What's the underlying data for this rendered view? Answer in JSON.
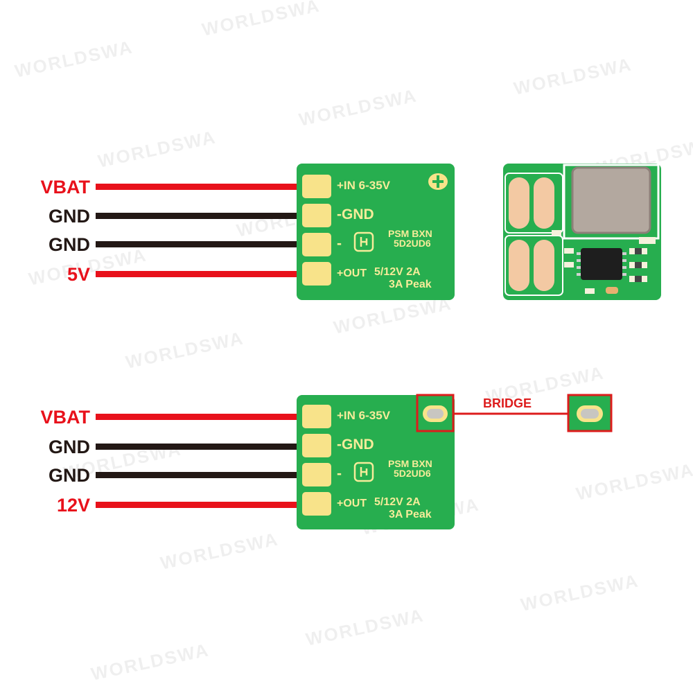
{
  "watermark": "WORLDSWA",
  "colors": {
    "positive": "#e8111b",
    "negative": "#231815",
    "board": "#27ae4f",
    "pad": "#f8e38a",
    "silk": "#f6ec9a",
    "highlight": "#dd1c1c"
  },
  "top_module": {
    "wires": [
      {
        "label": "VBAT",
        "polarity": "positive"
      },
      {
        "label": "GND",
        "polarity": "negative"
      },
      {
        "label": "GND",
        "polarity": "negative"
      },
      {
        "label": "5V",
        "polarity": "positive"
      }
    ],
    "pads": {
      "in": "+IN 6-35V",
      "gnd": "-GND",
      "minus": "-",
      "out": "+OUT",
      "spec": "5/12V  2A",
      "peak": "3A Peak"
    },
    "model": [
      "PSM BXN",
      "5D2UD6"
    ]
  },
  "bottom_module": {
    "wires": [
      {
        "label": "VBAT",
        "polarity": "positive"
      },
      {
        "label": "GND",
        "polarity": "negative"
      },
      {
        "label": "GND",
        "polarity": "negative"
      },
      {
        "label": "12V",
        "polarity": "positive"
      }
    ],
    "pads": {
      "in": "+IN 6-35V",
      "gnd": "-GND",
      "minus": "-",
      "out": "+OUT",
      "spec": "5/12V  2A",
      "peak": "3A Peak"
    },
    "model": [
      "PSM BXN",
      "5D2UD6"
    ],
    "bridge_label": "BRIDGE"
  }
}
